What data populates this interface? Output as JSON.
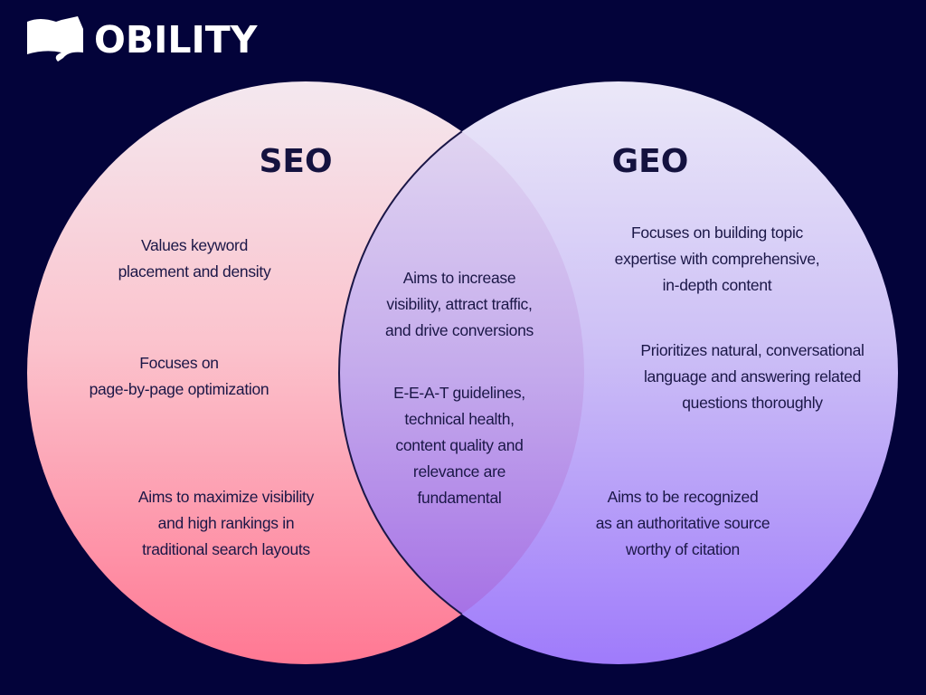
{
  "brand": {
    "name": "OBILITY"
  },
  "colors": {
    "background": "#03033a",
    "text": "#1b1747",
    "seo_top": "#f4e8ef",
    "seo_bottom": "#ff7893",
    "geo_top": "#ebe8f8",
    "geo_bottom": "#9f7bfb",
    "overlap_top": "#ddd2f0",
    "overlap_bottom": "#a46be6"
  },
  "seo": {
    "title": "SEO",
    "points": [
      [
        "Values keyword",
        "placement and density"
      ],
      [
        "Focuses on",
        "page-by-page optimization"
      ],
      [
        "Aims to maximize visibility",
        "and high rankings in",
        "traditional search layouts"
      ]
    ]
  },
  "geo": {
    "title": "GEO",
    "points": [
      [
        "Focuses on building topic",
        "expertise with comprehensive,",
        "in-depth content"
      ],
      [
        "Prioritizes natural, conversational",
        "language and answering related",
        "questions thoroughly"
      ],
      [
        "Aims to be recognized",
        "as an authoritative source",
        "worthy of citation"
      ]
    ]
  },
  "shared": {
    "points": [
      [
        "Aims to increase",
        "visibility, attract traffic,",
        "and drive conversions"
      ],
      [
        "E-E-A-T guidelines,",
        "technical health,",
        "content quality and",
        "relevance are",
        "fundamental"
      ]
    ]
  }
}
